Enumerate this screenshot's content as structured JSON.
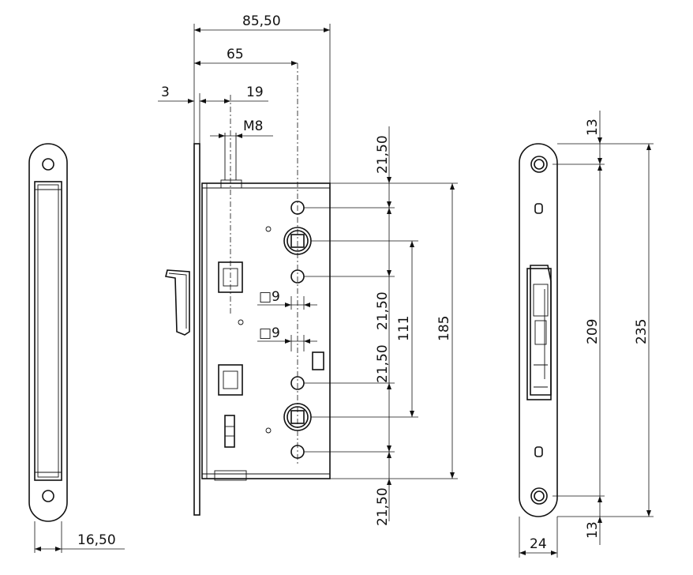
{
  "drawing": {
    "title": "",
    "views": {
      "left_strike_plate": {
        "width": "16,50"
      },
      "front_lock_body": {
        "overall_width": "85,50",
        "backset": "65",
        "faceplate_thickness": "3",
        "latch_offset": "19",
        "thread": "M8",
        "spindle_upper": "□9",
        "spindle_lower": "□9",
        "top_offset": "21,50",
        "upper_gap": "21,50",
        "lower_gap": "21,50",
        "bottom_offset": "21,50",
        "centers": "111",
        "body_height": "185"
      },
      "right_faceplate": {
        "screw_offset_top": "13",
        "screw_offset_bottom": "13",
        "screw_spacing": "209",
        "plate_height": "235",
        "plate_width": "24"
      }
    },
    "colors": {
      "line": "#111111",
      "background": "#ffffff"
    }
  }
}
